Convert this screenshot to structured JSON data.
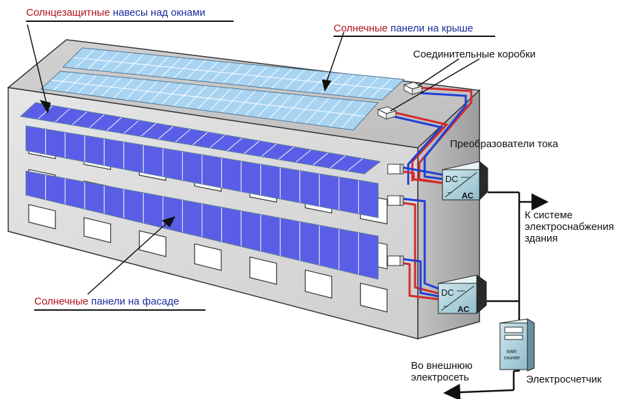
{
  "labels": {
    "awnings": {
      "red": "Солнцезащитные",
      "blue": "навесы над окнами"
    },
    "roof": {
      "red": "Солнечные",
      "blue": "панели на крыше"
    },
    "facade": {
      "red": "Солнечные",
      "blue": "панели на фасаде"
    },
    "junction_boxes": "Соединительные коробки",
    "inverters": "Преобразователи тока",
    "building_grid": {
      "line1": "К системе",
      "line2": "электроснабжения",
      "line3": "здания"
    },
    "external_grid": {
      "line1": "Во внешнюю",
      "line2": "электросеть"
    },
    "meter": "Электросчетчик"
  },
  "inverter": {
    "dc": "DC",
    "ac": "AC"
  },
  "meter_device": {
    "line1": "kWh",
    "line2": "counter"
  },
  "colors": {
    "dc_positive": "#d42a2a",
    "dc_negative": "#1f3ed6",
    "facade_panel": "#5a5ee6",
    "roof_panel": "#a8d4f2",
    "wall": "#dadada"
  }
}
